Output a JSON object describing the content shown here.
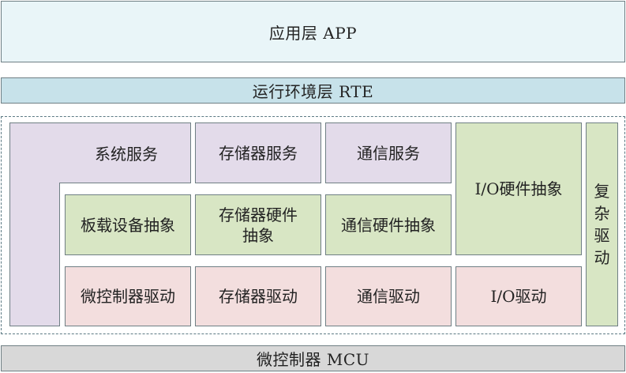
{
  "layers": {
    "app": "应用层 APP",
    "rte": "运行环境层 RTE",
    "mcu": "微控制器 MCU"
  },
  "bsw": {
    "system_services": "系统服务",
    "memory_services": "存储器服务",
    "comm_services": "通信服务",
    "io_hw_abstraction": "I/O硬件抽象",
    "complex_drivers_chars": [
      "复",
      "杂",
      "驱",
      "动"
    ],
    "onboard_device_abstraction": "板载设备抽象",
    "memory_hw_abstraction_line1": "存储器硬件",
    "memory_hw_abstraction_line2": "抽象",
    "comm_hw_abstraction": "通信硬件抽象",
    "microcontroller_drivers": "微控制器驱动",
    "memory_drivers": "存储器驱动",
    "comm_drivers": "通信驱动",
    "io_drivers": "I/O驱动"
  },
  "colors": {
    "app": "#e9f5f8",
    "rte": "#c7e2ea",
    "mcu": "#d8d8d8",
    "services": "#e3dbea",
    "hardware_abstraction": "#d8e6c4",
    "drivers": "#f3dede",
    "border": "#6f7f84"
  }
}
